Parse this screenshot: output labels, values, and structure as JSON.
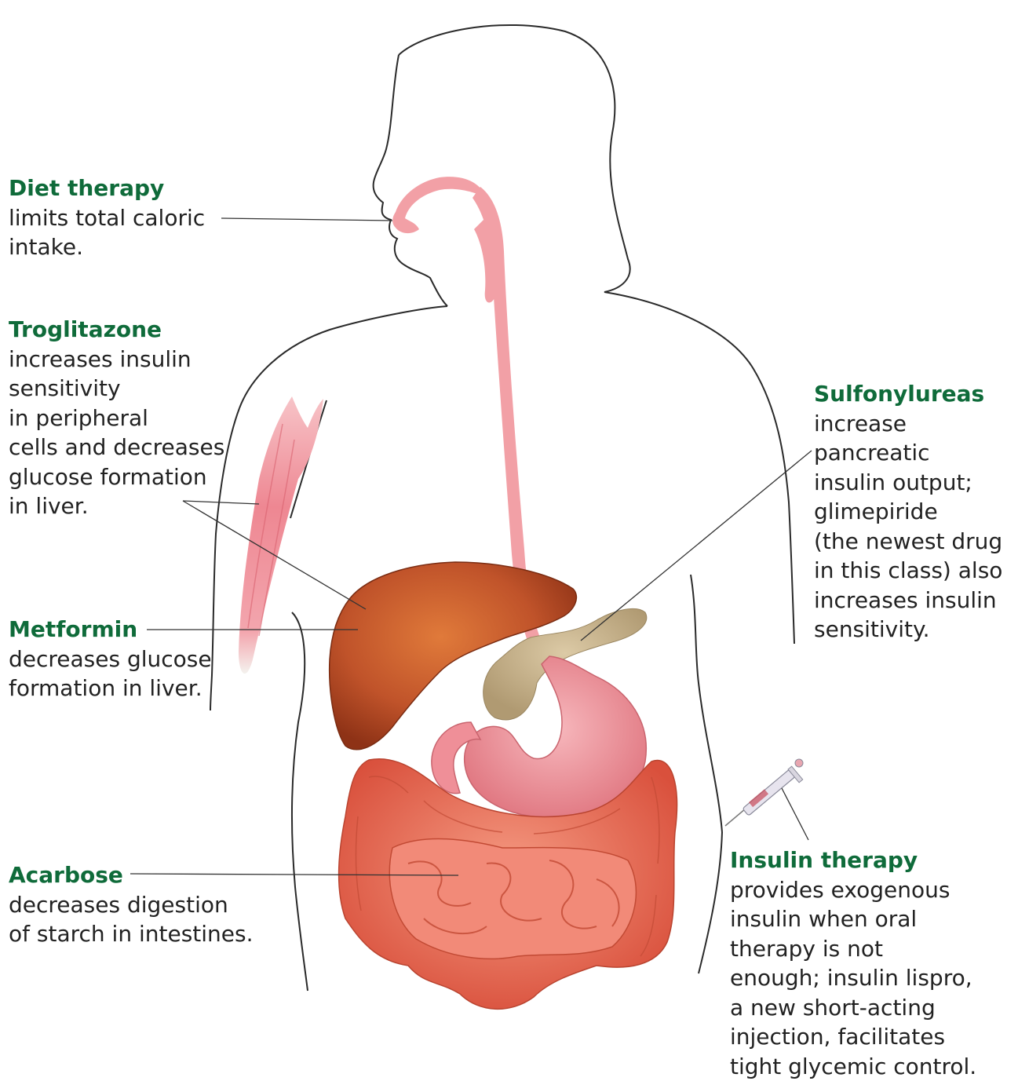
{
  "colors": {
    "label_title": "#0f6b3a",
    "body_outline": "#2a2a2a",
    "esophagus": "#f2a0a6",
    "liver": "#c0532a",
    "stomach": "#ef8f98",
    "pancreas": "#c9b48e",
    "intestine": "#ea6b55",
    "muscle": "#f08f9a"
  },
  "labels": {
    "diet": {
      "title": "Diet therapy",
      "body": "limits total caloric\nintake."
    },
    "troglitazone": {
      "title": "Troglitazone",
      "body": "increases insulin\nsensitivity\nin peripheral\ncells and decreases\nglucose formation\nin liver."
    },
    "metformin": {
      "title": "Metformin",
      "body": "decreases glucose\nformation in liver."
    },
    "acarbose": {
      "title": "Acarbose",
      "body": "decreases digestion\nof starch in intestines."
    },
    "sulfonylureas": {
      "title": "Sulfonylureas",
      "body": "increase\npancreatic\ninsulin output;\nglimepiride\n(the newest drug\nin this class) also\nincreases insulin\nsensitivity."
    },
    "insulin": {
      "title": "Insulin therapy",
      "body": "provides exogenous\ninsulin when oral\ntherapy is not\nenough; insulin lispro,\na new short-acting\ninjection, facilitates\ntight glycemic control."
    }
  }
}
